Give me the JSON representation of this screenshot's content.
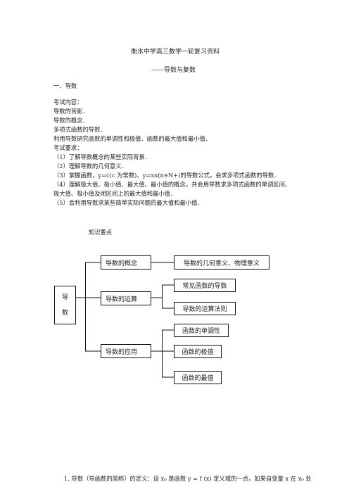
{
  "doc": {
    "title": "衡水中学高三数学一轮复习资料",
    "subtitle": "——导数与复数",
    "section1": "一、导数",
    "exam_content_label": "考试内容：",
    "content_lines": [
      "导数的背影．",
      "导数的概念．",
      "多项式函数的导数．",
      "利用导数研究函数的单调性和极值．函数的最大值和最小值．"
    ],
    "requirements_label": "考试要求：",
    "req1": "（1）了解导数概念的某些实际背景．",
    "req2": "（2）理解导数的几何意义．",
    "req3": "（3）掌握函数，y=c(c 为常数)、y=xn(n∈N+)的导数公式，会求多项式函数的导数．",
    "req4a": "（4）理解极大值、极小值、最大值、最小值的概念，并会用导数求多项式函数的单调区间、",
    "req4b": "极大值、极小值及闭区间上的最大值和最小值．",
    "req5": "（5）会利用导数求某些简单实际问题的最大值和最小值．",
    "knowledge_label": "知识要点",
    "bottom_line": "1. 导数（导函数的简称）的定义：设 x₀ 是函数 y = f (x) 定义域的一点，如果自变量 x 在 x₀ 处"
  },
  "diagram": {
    "root_char1": "导",
    "root_char2": "数",
    "b1": "导数的概念",
    "b2": "导数的运算",
    "b3": "导数的应用",
    "b1_1": "导数的几何意义、物理意义",
    "b2_1": "常见函数的导数",
    "b2_2": "导数的运算法则",
    "b3_1": "函数的单调性",
    "b3_2": "函数的极值",
    "b3_3": "函数的最值"
  }
}
